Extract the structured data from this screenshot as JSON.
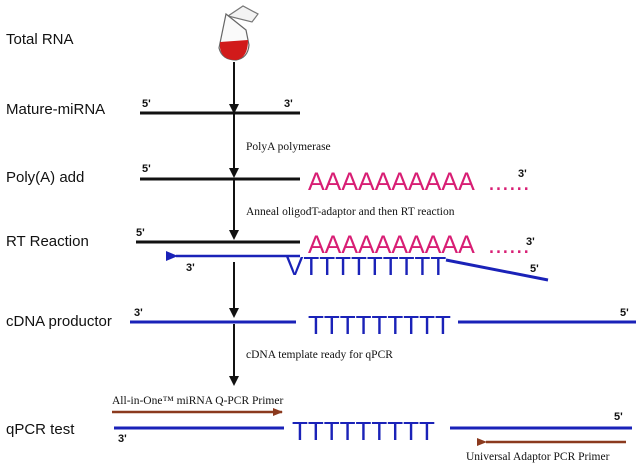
{
  "stages": {
    "total_rna": "Total RNA",
    "mature_mirna": "Mature-miRNA",
    "polya_add": "Poly(A) add",
    "rt_reaction": "RT Reaction",
    "cdna_productor": "cDNA productor",
    "qpcr_test": "qPCR test"
  },
  "steps": {
    "polya_polymerase": "PolyA polymerase",
    "anneal": "Anneal oligodT-adaptor and then RT reaction",
    "cdna_ready": "cDNA template ready  for  qPCR"
  },
  "ends": {
    "five": "5'",
    "three": "3'"
  },
  "sequences": {
    "polya_tail": "AAAAAAAAAA",
    "polya_dots": "......",
    "polyt": "TTTTTTTTT",
    "polyt_rt": "VTTTTTTTTT"
  },
  "primers": {
    "forward": "All-in-One™ miRNA Q-PCR Primer",
    "reverse": "Universal Adaptor PCR Primer"
  },
  "colors": {
    "rna_strand": "#111111",
    "cdna_strand": "#1a22b8",
    "polya": "#d81e74",
    "primer": "#8b3a1e",
    "tube_liquid": "#d11a1a"
  }
}
